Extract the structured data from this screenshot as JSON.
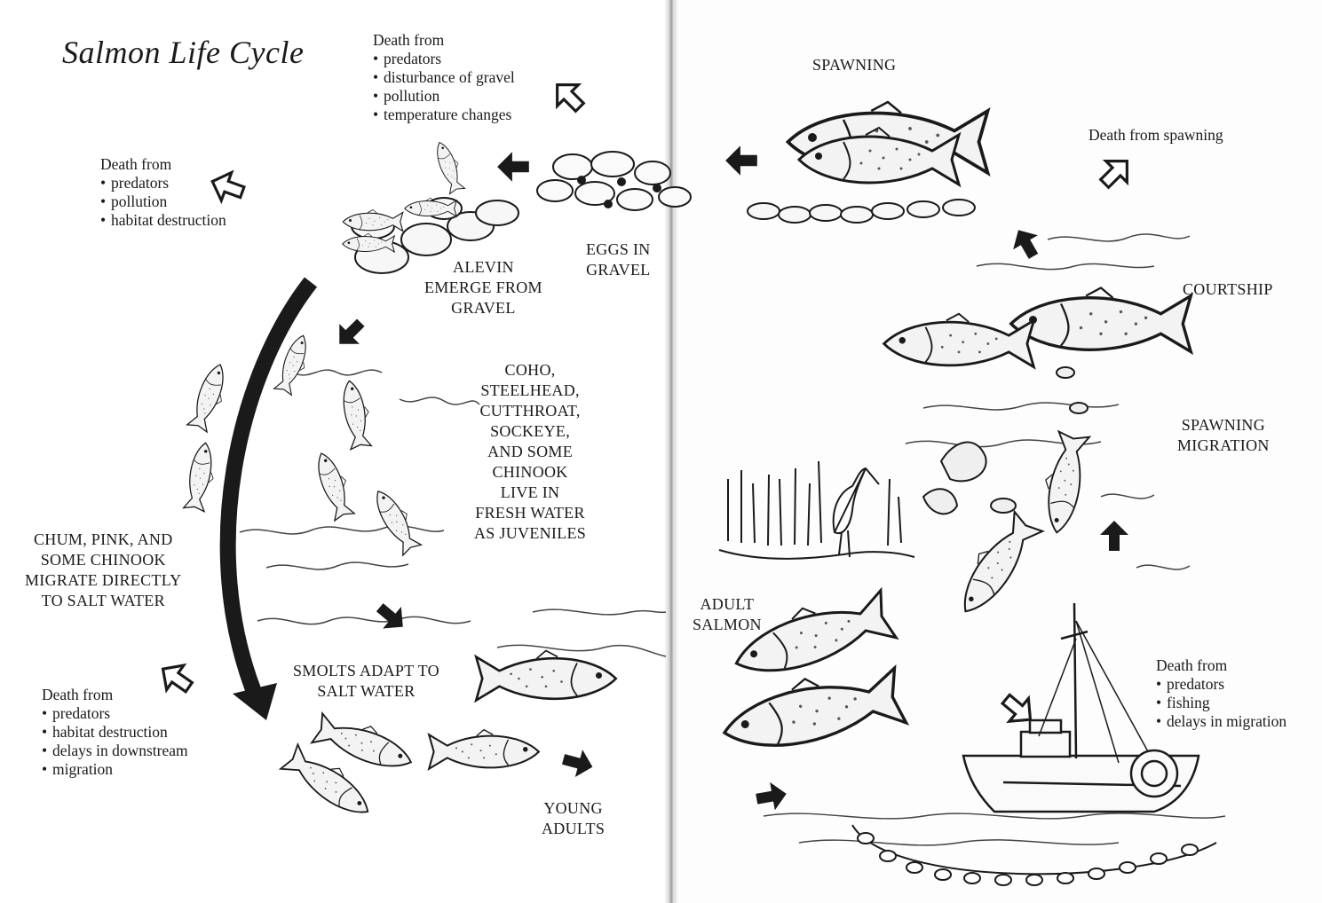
{
  "title": "Salmon Life Cycle",
  "stages": {
    "spawning": "SPAWNING",
    "eggs_line1": "EGGS IN",
    "eggs_line2": "GRAVEL",
    "alevin_line1": "ALEVIN",
    "alevin_line2": "EMERGE FROM",
    "alevin_line3": "GRAVEL",
    "courtship": "COURTSHIP",
    "spawning_migration_line1": "SPAWNING",
    "spawning_migration_line2": "MIGRATION",
    "freshwater": [
      "COHO,",
      "STEELHEAD,",
      "CUTTHROAT,",
      "SOCKEYE,",
      "AND SOME",
      "CHINOOK",
      "LIVE IN",
      "FRESH WATER",
      "AS JUVENILES"
    ],
    "direct": [
      "CHUM, PINK, AND",
      "SOME CHINOOK",
      "MIGRATE DIRECTLY",
      "TO SALT WATER"
    ],
    "smolts_line1": "SMOLTS ADAPT TO",
    "smolts_line2": "SALT WATER",
    "adult_line1": "ADULT",
    "adult_line2": "SALMON",
    "young_line1": "YOUNG",
    "young_line2": "ADULTS"
  },
  "death_notes": {
    "eggs": {
      "heading": "Death from",
      "items": [
        "predators",
        "disturbance of gravel",
        "pollution",
        "temperature changes"
      ]
    },
    "alevin": {
      "heading": "Death from",
      "items": [
        "predators",
        "pollution",
        "habitat destruction"
      ]
    },
    "spawning": {
      "heading": "Death from spawning"
    },
    "smolts": {
      "heading": "Death from",
      "items": [
        "predators",
        "habitat destruction",
        "delays in downstream",
        "migration"
      ]
    },
    "adults": {
      "heading": "Death from",
      "items": [
        "predators",
        "fishing",
        "delays in migration"
      ]
    }
  }
}
